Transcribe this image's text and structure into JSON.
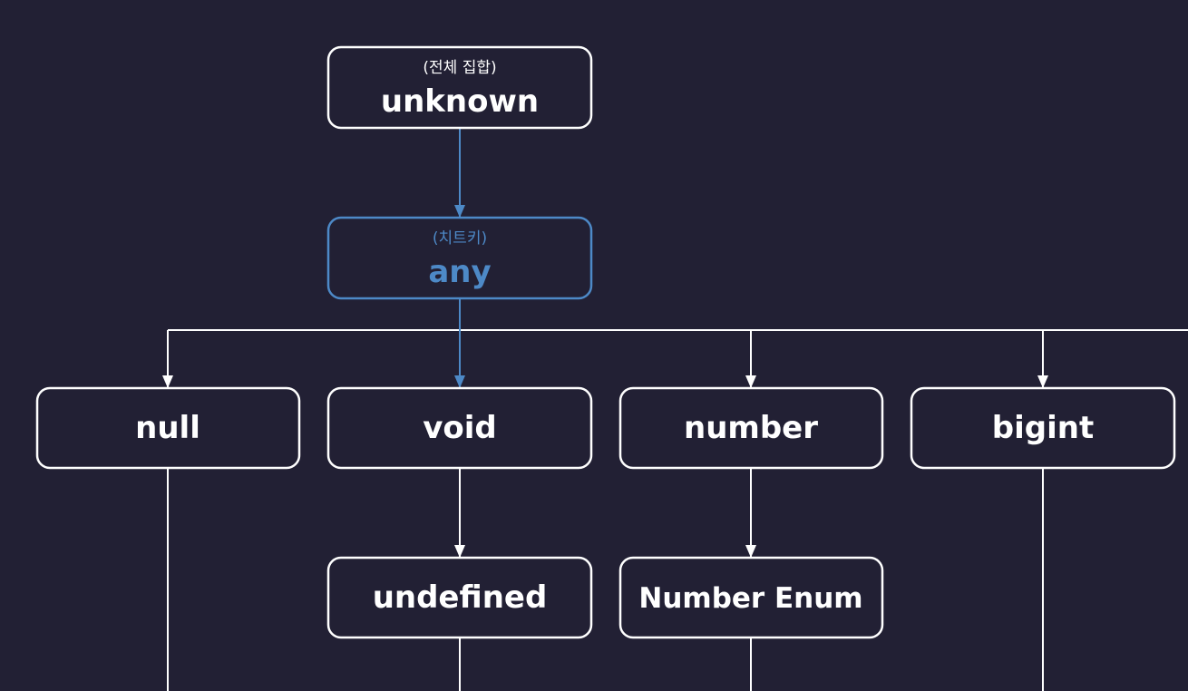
{
  "colors": {
    "background": "#222034",
    "line": "#ffffff",
    "accent": "#4d89c7"
  },
  "nodes": {
    "unknown": {
      "label": "unknown",
      "sublabel": "(전체 집합)"
    },
    "any": {
      "label": "any",
      "sublabel": "(치트키)"
    },
    "null": {
      "label": "null"
    },
    "void": {
      "label": "void"
    },
    "number": {
      "label": "number"
    },
    "bigint": {
      "label": "bigint"
    },
    "undefined": {
      "label": "undefined"
    },
    "number_enum": {
      "label": "Number Enum"
    }
  },
  "edges": [
    {
      "from": "unknown",
      "to": "any",
      "highlight": true
    },
    {
      "from": "any",
      "to": "void",
      "highlight": true
    },
    {
      "from": "any",
      "to": "null",
      "highlight": false
    },
    {
      "from": "any",
      "to": "number",
      "highlight": false
    },
    {
      "from": "any",
      "to": "bigint",
      "highlight": false
    },
    {
      "from": "void",
      "to": "undefined",
      "highlight": false
    },
    {
      "from": "number",
      "to": "number_enum",
      "highlight": false
    }
  ]
}
